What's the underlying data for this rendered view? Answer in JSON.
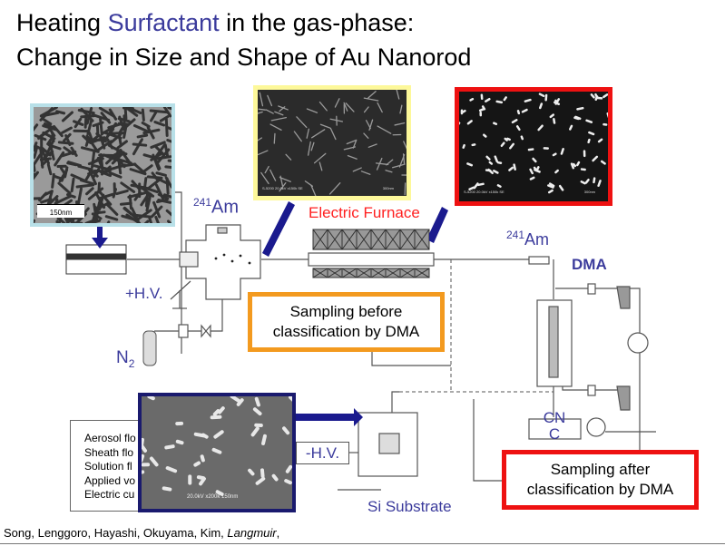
{
  "title": {
    "line1_prefix": "Heating ",
    "line1_highlight": "Surfactant",
    "line1_suffix": " in the gas-phase:",
    "line2": "Change in Size and Shape of Au Nanorod"
  },
  "images": {
    "tem_scale_bar": "150nm",
    "sem_before_caption": "S-5200 20.0kV x150k SE",
    "sem_before_scale": "300nm",
    "sem_after_caption": "S-5200 20.0kV x150k SE",
    "sem_after_scale": "300nm",
    "sem_deposit_caption": "20.0kV  x200k  150nm"
  },
  "labels": {
    "am_left_mass": "241",
    "am_left": "Am",
    "am_right_mass": "241",
    "am_right": "Am",
    "furnace": "Electric Furnace",
    "dma": "DMA",
    "hv_plus": "+H.V.",
    "hv_minus": "-H.V.",
    "n2": "N",
    "n2_sub": "2",
    "cnc": "CN C",
    "si_substrate": "Si Substrate"
  },
  "boxes": {
    "before": "Sampling before classification by DMA",
    "after": "Sampling after classification by DMA"
  },
  "conditions": [
    "Aerosol flo",
    "Sheath flo",
    "Solution fl",
    "Applied vo",
    "Electric cu"
  ],
  "footer": {
    "authors": "Song, Lenggoro, Hayashi, Okuyama, Kim, ",
    "journal": "Langmuir",
    "trail": ","
  },
  "colors": {
    "accent_blue": "#3b3b9c",
    "furnace_red": "#ff2020",
    "orange": "#f39a1f",
    "red": "#ee1111",
    "yellow": "#fdf89a",
    "cyan": "#b8e0e8",
    "navy": "#1a1a6e"
  }
}
